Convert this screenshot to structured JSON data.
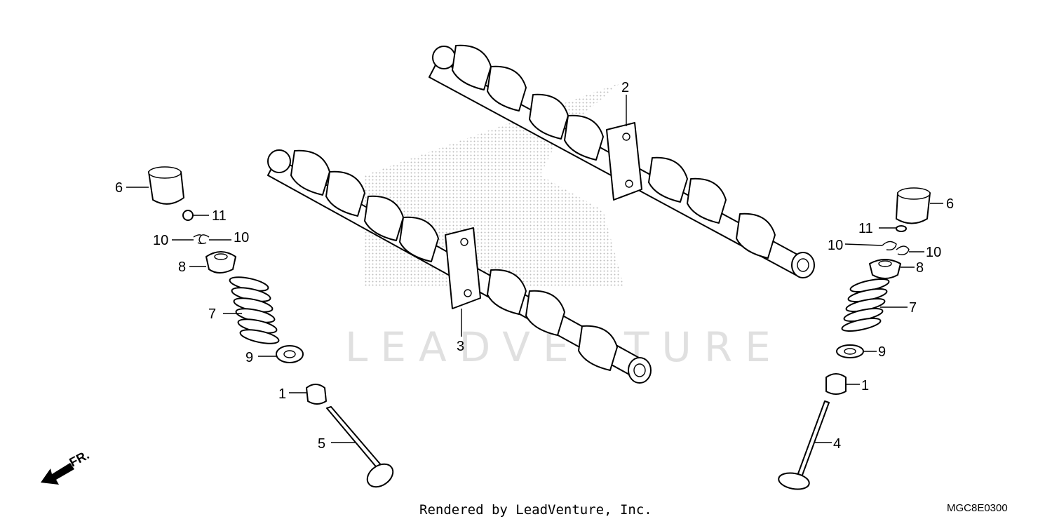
{
  "footer": {
    "rendered_by": "Rendered by LeadVenture, Inc.",
    "diagram_code": "MGC8E0300"
  },
  "watermark": {
    "text": "LEADVENTURE"
  },
  "direction": {
    "label": "FR."
  },
  "callouts": [
    {
      "id": "c1-left",
      "number": "1"
    },
    {
      "id": "c1-right",
      "number": "1"
    },
    {
      "id": "c2",
      "number": "2"
    },
    {
      "id": "c3",
      "number": "3"
    },
    {
      "id": "c4",
      "number": "4"
    },
    {
      "id": "c5",
      "number": "5"
    },
    {
      "id": "c6-left",
      "number": "6"
    },
    {
      "id": "c6-right",
      "number": "6"
    },
    {
      "id": "c7-left",
      "number": "7"
    },
    {
      "id": "c7-right",
      "number": "7"
    },
    {
      "id": "c8-left",
      "number": "8"
    },
    {
      "id": "c8-right",
      "number": "8"
    },
    {
      "id": "c9-left",
      "number": "9"
    },
    {
      "id": "c9-right",
      "number": "9"
    },
    {
      "id": "c10-left-a",
      "number": "10"
    },
    {
      "id": "c10-left-b",
      "number": "10"
    },
    {
      "id": "c10-right-a",
      "number": "10"
    },
    {
      "id": "c10-right-b",
      "number": "10"
    },
    {
      "id": "c11-left",
      "number": "11"
    },
    {
      "id": "c11-right",
      "number": "11"
    }
  ],
  "colors": {
    "line": "#000000",
    "watermark": "#c8c8c8",
    "background": "#ffffff"
  }
}
